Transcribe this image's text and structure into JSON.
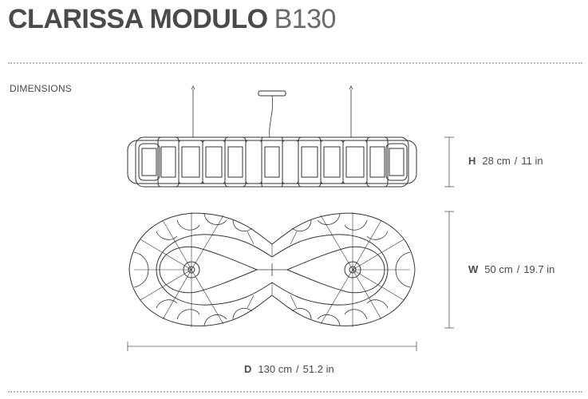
{
  "header": {
    "name": "CLARISSA MODULO",
    "code": "B130"
  },
  "section": {
    "label": "DIMENSIONS"
  },
  "dimensions": {
    "height": {
      "key": "H",
      "metric": "28 cm",
      "sep": "/",
      "imperial": "11 in"
    },
    "width": {
      "key": "W",
      "metric": "50 cm",
      "sep": "/",
      "imperial": "19.7 in"
    },
    "depth": {
      "key": "D",
      "metric": "130 cm",
      "sep": "/",
      "imperial": "51.2 in"
    }
  },
  "colors": {
    "text": "#4a4a4a",
    "line": "#333333",
    "rule": "#b8b8b8"
  }
}
